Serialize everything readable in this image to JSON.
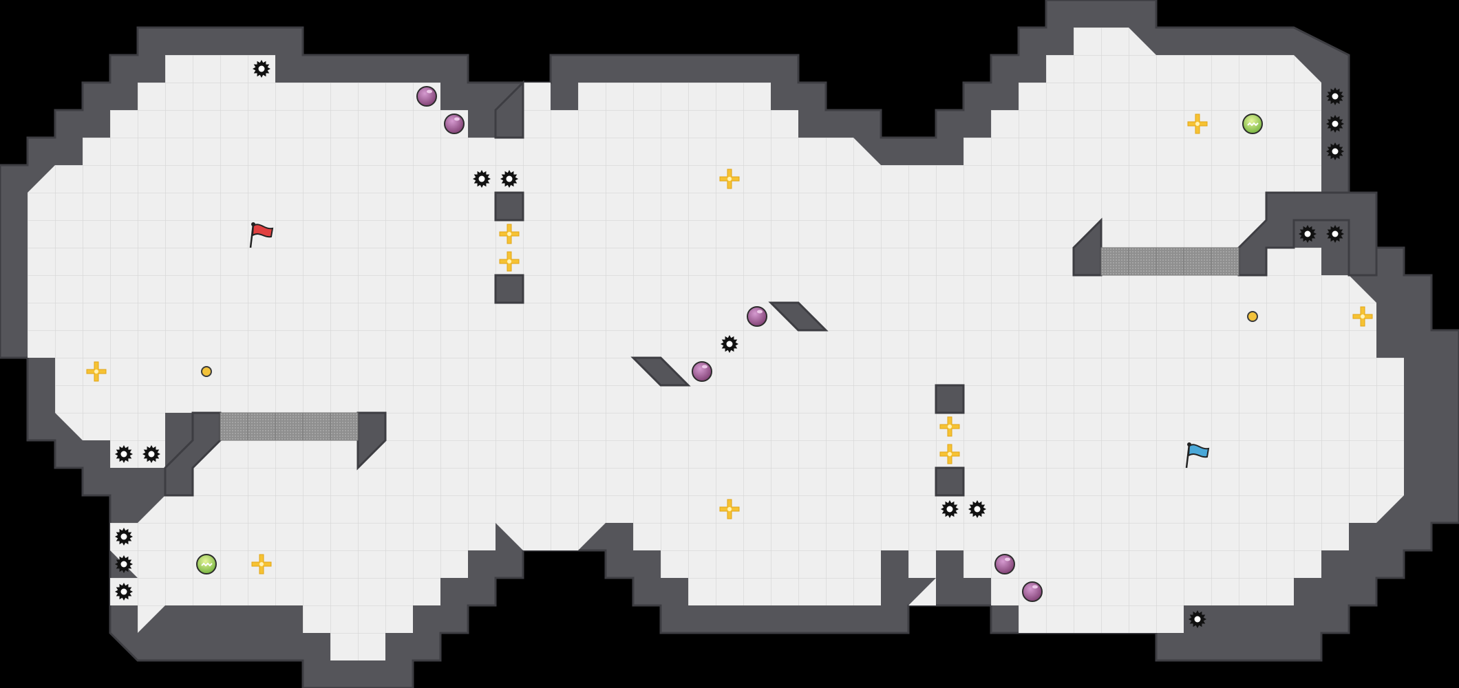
{
  "map": {
    "title": "",
    "colors": {
      "background": "#000000",
      "wall": "#55555a",
      "wall_edge": "#3d3d42",
      "floor": "#efefef",
      "grid": "#d8d8d8",
      "gate": "#9a9a9a",
      "red_flag": "#e04040",
      "blue_flag": "#4aa8d8",
      "bomb": "#9a4d8a",
      "boost": "#f6c233",
      "powerup": "#b6d94a",
      "spike": "#111111"
    },
    "flags": [
      {
        "team": "red",
        "col": 9,
        "row": 8
      },
      {
        "team": "blue",
        "col": 43,
        "row": 16
      }
    ],
    "gates": [
      {
        "col": 8,
        "row": 15,
        "length": 5
      },
      {
        "col": 40,
        "row": 9,
        "length": 5
      }
    ],
    "boosts": [
      {
        "col": 3,
        "row": 13
      },
      {
        "col": 18,
        "row": 8
      },
      {
        "col": 18,
        "row": 9
      },
      {
        "col": 26,
        "row": 6
      },
      {
        "col": 9,
        "row": 20
      },
      {
        "col": 26,
        "row": 18
      },
      {
        "col": 34,
        "row": 15
      },
      {
        "col": 34,
        "row": 16
      },
      {
        "col": 43,
        "row": 4
      },
      {
        "col": 49,
        "row": 11
      }
    ],
    "bombs": [
      {
        "col": 15,
        "row": 3
      },
      {
        "col": 16,
        "row": 4
      },
      {
        "col": 27,
        "row": 11
      },
      {
        "col": 25,
        "row": 13
      },
      {
        "col": 36,
        "row": 20
      },
      {
        "col": 37,
        "row": 21
      }
    ],
    "powerups": [
      {
        "col": 7,
        "row": 20
      },
      {
        "col": 45,
        "row": 4
      }
    ],
    "pellets": [
      {
        "col": 7,
        "row": 13
      },
      {
        "col": 45,
        "row": 11
      }
    ],
    "spikes": [
      {
        "col": 9,
        "row": 2
      },
      {
        "col": 17,
        "row": 6
      },
      {
        "col": 18,
        "row": 6
      },
      {
        "col": 26,
        "row": 12
      },
      {
        "col": 4,
        "row": 16
      },
      {
        "col": 5,
        "row": 16
      },
      {
        "col": 4,
        "row": 19
      },
      {
        "col": 4,
        "row": 20
      },
      {
        "col": 4,
        "row": 21
      },
      {
        "col": 34,
        "row": 18
      },
      {
        "col": 35,
        "row": 18
      },
      {
        "col": 48,
        "row": 3
      },
      {
        "col": 48,
        "row": 4
      },
      {
        "col": 48,
        "row": 5
      },
      {
        "col": 47,
        "row": 8
      },
      {
        "col": 48,
        "row": 8
      },
      {
        "col": 43,
        "row": 22
      }
    ]
  }
}
